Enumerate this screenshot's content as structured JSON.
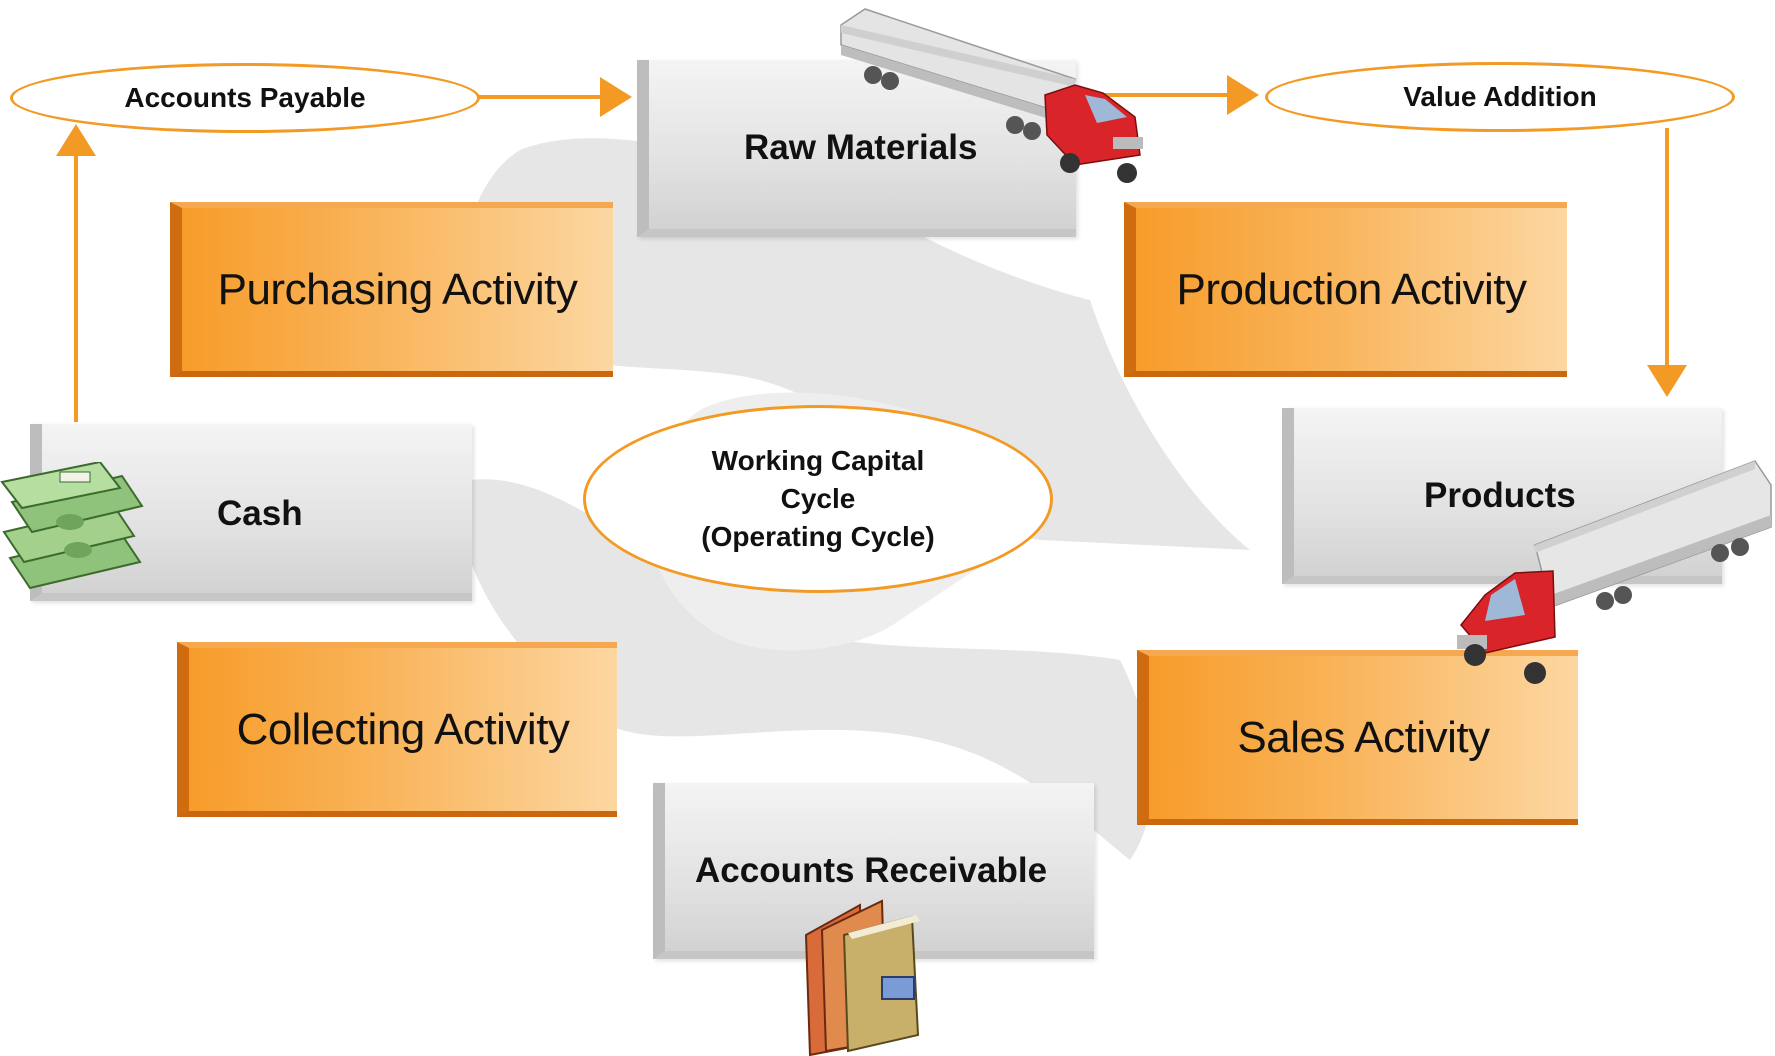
{
  "ovals": {
    "accounts_payable": "Accounts Payable",
    "value_addition": "Value Addition",
    "center_line1": "Working Capital",
    "center_line2": "Cycle",
    "center_line3": "(Operating Cycle)"
  },
  "stages": {
    "raw_materials": "Raw Materials",
    "products": "Products",
    "cash": "Cash",
    "accounts_receivable": "Accounts Receivable"
  },
  "activities": {
    "purchasing": "Purchasing Activity",
    "production": "Production Activity",
    "collecting": "Collecting Activity",
    "sales": "Sales Activity"
  },
  "icons": [
    "truck-icon",
    "money-icon",
    "books-icon"
  ],
  "colors": {
    "accent_orange": "#f29a23",
    "activity_orange": "#f7a13a",
    "stage_gray": "#dcdcdc",
    "swirl_gray": "#e6e6e6"
  }
}
